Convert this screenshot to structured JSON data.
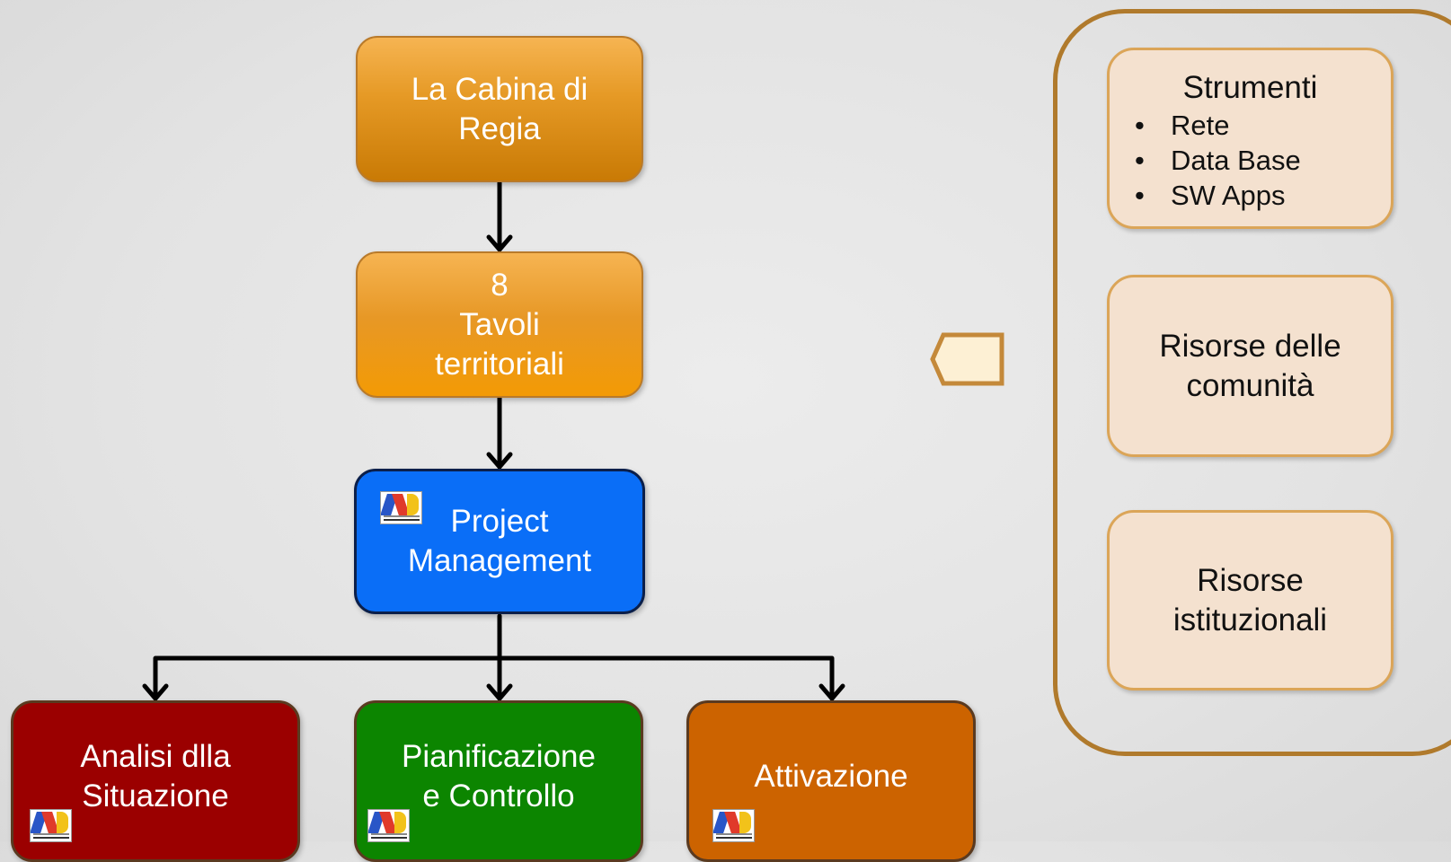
{
  "hierarchy": {
    "top": {
      "lines": [
        "La Cabina di",
        "Regia"
      ]
    },
    "middle": {
      "lines": [
        "8",
        "Tavoli",
        "territoriali"
      ]
    },
    "center": {
      "lines": [
        "Project",
        "Management"
      ]
    },
    "bottom": [
      {
        "lines": [
          "Analisi dlla",
          "Situazione"
        ]
      },
      {
        "lines": [
          "Pianificazione",
          "e Controllo"
        ]
      },
      {
        "lines": [
          "Attivazione"
        ]
      }
    ]
  },
  "resources_panel": {
    "tools_title": "Strumenti",
    "tools_items": [
      "Rete",
      "Data Base",
      "SW Apps"
    ],
    "community_lines": [
      "Risorse delle",
      "comunità"
    ],
    "institutional_lines": [
      "Risorse",
      "istituzionali"
    ]
  },
  "colors": {
    "top_box": "#e69a26",
    "center_box": "#0a6ef7",
    "analysis_box": "#9b0000",
    "planning_box": "#0c8500",
    "activation_box": "#cc6300",
    "resource_card": "#f4e1cf",
    "panel_border": "#b07a2c"
  },
  "icons": {
    "logo": "association-logo-icon",
    "pointer": "left-pentagon-arrow-icon"
  }
}
